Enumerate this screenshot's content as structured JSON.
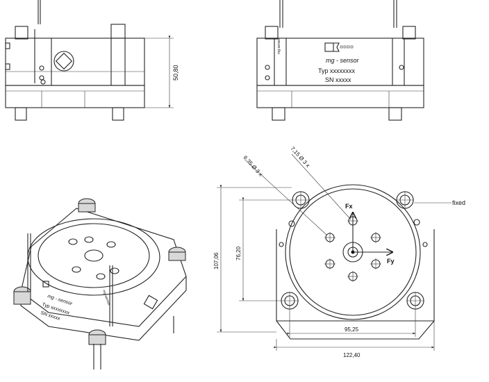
{
  "front_view": {
    "height_dim": "50,80"
  },
  "side_view": {
    "label_brand": "mg - sensor",
    "label_type": "Typ xxxxxxxx",
    "label_sn": "SN xxxxx",
    "side_label": "mg-sensor"
  },
  "iso_view": {
    "label_brand": "mg - sensor",
    "label_type": "Typ xxxxxxxx",
    "label_sn": "SN xxxxx",
    "side_label": "mg-sensor"
  },
  "top_view": {
    "hole_callout_1": "6,35 Ø 3 x",
    "hole_callout_2": "7,15 Ø 3 x",
    "fixed_label": "fixed",
    "axis_fx": "Fx",
    "axis_fy": "Fy",
    "dim_height_outer": "107,06",
    "dim_height_inner": "76,20",
    "dim_width_inner": "95,25",
    "dim_width_outer": "122,40"
  }
}
